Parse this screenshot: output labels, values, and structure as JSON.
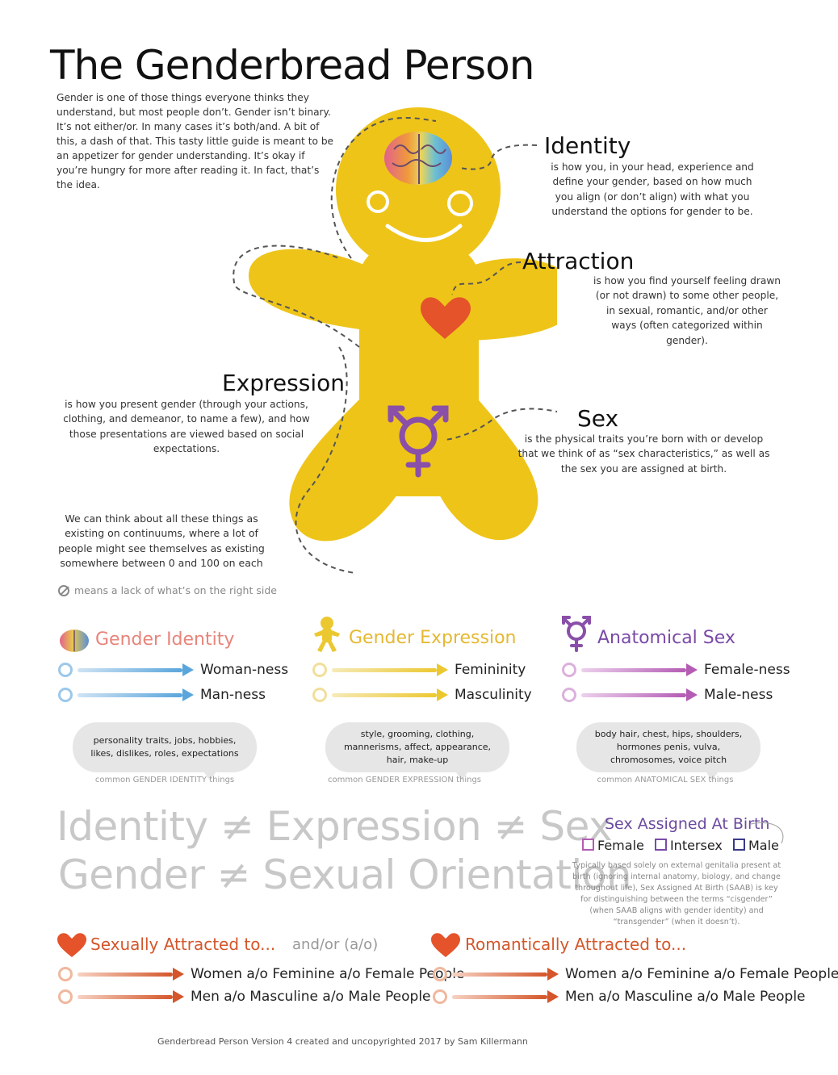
{
  "title": "The Genderbread Person",
  "intro": "Gender is one of those things everyone thinks they understand, but most people don’t. Gender isn’t binary. It’s not either/or. In many cases it’s both/and. A bit of this, a dash of that. This tasty little guide is meant to be an appetizer for gender understanding. It’s okay if you’re hungry for more after reading it. In fact, that’s the idea.",
  "figure": {
    "identity": {
      "label": "Identity",
      "desc": "is how you, in your head, experience and define your gender, based on how much you align (or don’t align) with what you understand the options for gender to be."
    },
    "attraction": {
      "label": "Attraction",
      "desc": "is how you find yourself feeling drawn (or not drawn) to some other people, in sexual, romantic, and/or other ways (often categorized within gender)."
    },
    "expression": {
      "label": "Expression",
      "desc": "is how you present gender (through your actions, clothing, and demeanor, to name a few), and how those presentations are viewed based on social expectations."
    },
    "sex": {
      "label": "Sex",
      "desc": "is the physical traits you’re born with or develop that we think of as “sex characteristics,” as well as the sex you are assigned at birth."
    }
  },
  "continuum_note": "We can think about all these things as existing on continuums, where a lot of people might see themselves as existing somewhere between 0 and 100 on each",
  "null_note": "means a lack of what’s on the right side",
  "categories": [
    {
      "title": "Gender Identity",
      "icon": "brain-icon",
      "color": "#5aa6dc",
      "spectrums": [
        "Woman-ness",
        "Man-ness"
      ],
      "bubble": "personality traits, jobs, hobbies, likes, dislikes, roles, expectations",
      "common": "common GENDER IDENTITY things"
    },
    {
      "title": "Gender Expression",
      "icon": "gingerbread-icon",
      "color": "#ecc830",
      "spectrums": [
        "Femininity",
        "Masculinity"
      ],
      "bubble": "style, grooming, clothing, mannerisms, affect, appearance, hair, make-up",
      "common": "common GENDER EXPRESSION things"
    },
    {
      "title": "Anatomical Sex",
      "icon": "transgender-symbol-icon",
      "color": "#b45cb4",
      "spectrums": [
        "Female-ness",
        "Male-ness"
      ],
      "bubble": "body hair, chest, hips, shoulders, hormones penis, vulva, chromosomes, voice pitch",
      "common": "common ANATOMICAL SEX things"
    }
  ],
  "big_text": {
    "line1": "Identity ≠ Expression ≠ Sex",
    "line2": "Gender ≠ Sexual Orientation"
  },
  "saab": {
    "title": "Sex Assigned At Birth",
    "options": [
      "Female",
      "Intersex",
      "Male"
    ],
    "note": "Typically based solely on external genitalia present at birth (ignoring internal anatomy, biology, and change throughout life), Sex Assigned At Birth (SAAB) is key for distinguishing between the terms “cisgender” (when SAAB aligns with gender identity) and “transgender” (when it doesn’t)."
  },
  "attraction": {
    "andor": "and/or (a/o)",
    "sexual": {
      "title": "Sexually Attracted to...",
      "items": [
        "Women a/o Feminine a/o Female People",
        "Men a/o Masculine a/o Male People"
      ]
    },
    "romantic": {
      "title": "Romantically Attracted to...",
      "items": [
        "Women a/o Feminine a/o Female People",
        "Men a/o Masculine a/o Male People"
      ]
    }
  },
  "credit": "Genderbread Person Version 4 created and uncopyrighted 2017 by Sam Killermann",
  "colors": {
    "gingerbread": "#eec419",
    "heart": "#e4532a",
    "sex_symbol": "#8a4fa8",
    "identity": "#5aa6dc",
    "expression": "#ecc830",
    "sex": "#b45cb4",
    "attraction": "#e0683c"
  }
}
